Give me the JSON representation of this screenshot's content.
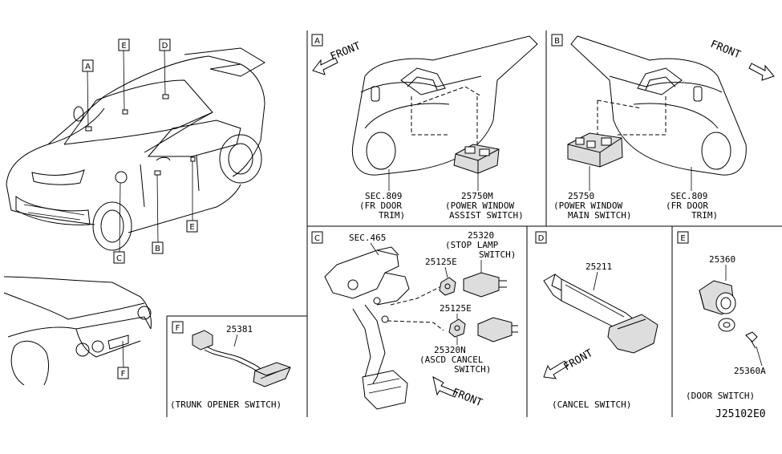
{
  "diagram_id": "J25102E0",
  "car_callouts": [
    "A",
    "E",
    "D",
    "B",
    "E",
    "C",
    "F"
  ],
  "panels": {
    "A": {
      "tag": "A",
      "front": "FRONT",
      "part1": {
        "number": "SEC.809",
        "desc1": "(FR DOOR",
        "desc2": "TRIM)"
      },
      "part2": {
        "number": "25750M",
        "desc1": "(POWER WINDOW",
        "desc2": "ASSIST SWITCH)"
      }
    },
    "B": {
      "tag": "B",
      "front": "FRONT",
      "part1": {
        "number": "25750",
        "desc1": "(POWER WINDOW",
        "desc2": "MAIN SWITCH)"
      },
      "part2": {
        "number": "SEC.809",
        "desc1": "(FR DOOR",
        "desc2": "TRIM)"
      }
    },
    "C": {
      "tag": "C",
      "front": "FRONT",
      "sec": "SEC.465",
      "stop_lamp": {
        "number": "25320",
        "desc1": "(STOP LAMP",
        "desc2": "SWITCH)"
      },
      "clip1": "25125E",
      "clip2": "25125E",
      "ascd": {
        "number": "25320N",
        "desc1": "(ASCD CANCEL",
        "desc2": "SWITCH)"
      }
    },
    "D": {
      "tag": "D",
      "front": "FRONT",
      "part": "25211",
      "caption": "(CANCEL SWITCH)"
    },
    "E": {
      "tag": "E",
      "part1": "25360",
      "part2": "25360A",
      "caption": "(DOOR SWITCH)"
    },
    "F": {
      "tag": "F",
      "part": "25381",
      "caption": "(TRUNK OPENER SWITCH)"
    }
  }
}
